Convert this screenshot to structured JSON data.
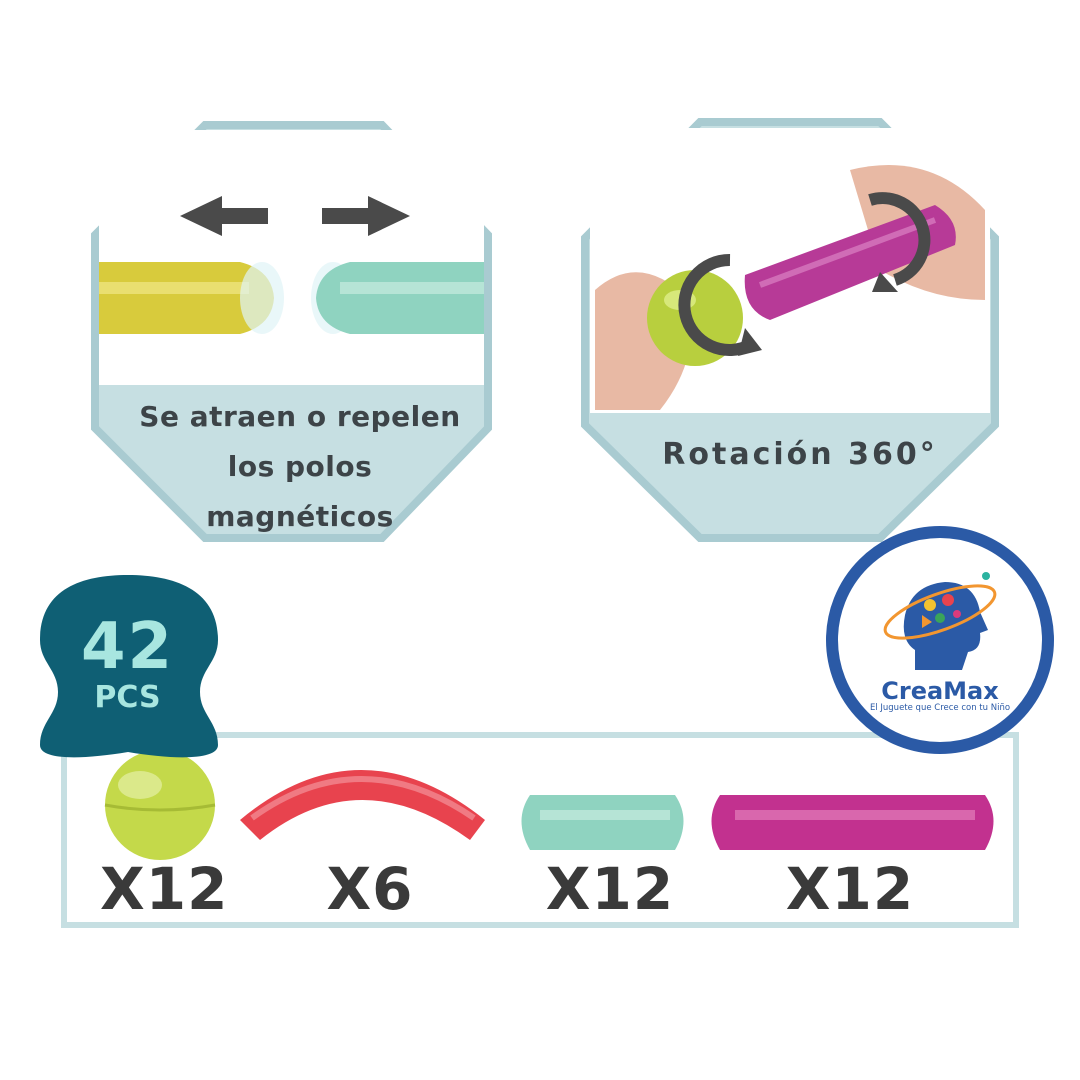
{
  "features": [
    {
      "caption": "Se atraen o repelen\nlos polos\nmagnéticos",
      "icon": "magnet-poles-icon"
    },
    {
      "caption": "Rotación 360°",
      "icon": "rotation-icon"
    }
  ],
  "badge": {
    "number": "42",
    "unit": "PCS"
  },
  "brand": {
    "name": "CreaMax",
    "tagline": "El Juguete que Crece con tu Niño"
  },
  "pieces": [
    {
      "name": "ball",
      "count": "X12",
      "color": "#c4d94a"
    },
    {
      "name": "curved-rod",
      "count": "X6",
      "color": "#e8434e"
    },
    {
      "name": "short-rod",
      "count": "X12",
      "color": "#8fd3c0"
    },
    {
      "name": "long-rod",
      "count": "X12",
      "color": "#c2318f"
    }
  ],
  "colors": {
    "panel_border": "#a9cbd1",
    "panel_fill": "#c6dfe2",
    "badge": "#0f5f74",
    "brand_ring": "#2b5aa6"
  }
}
